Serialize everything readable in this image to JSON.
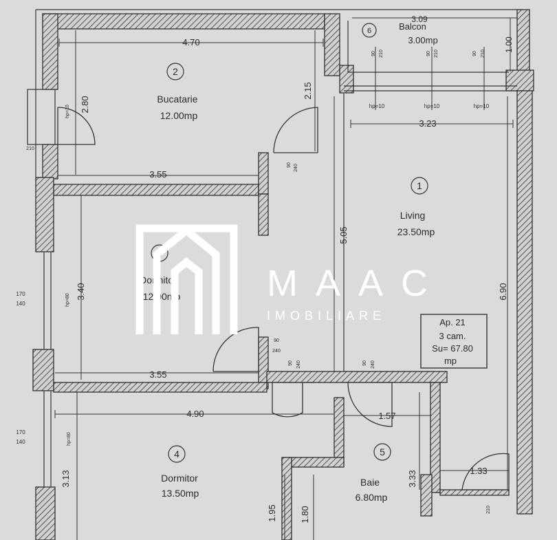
{
  "rooms": [
    {
      "number": "1",
      "name": "Living",
      "area": "23.50mp"
    },
    {
      "number": "2",
      "name": "Bucatarie",
      "area": "12.00mp"
    },
    {
      "number": "3",
      "name": "Dormitor",
      "area": "12.00mp"
    },
    {
      "number": "4",
      "name": "Dormitor",
      "area": "13.50mp"
    },
    {
      "number": "5",
      "name": "Baie",
      "area": "6.80mp"
    },
    {
      "number": "6",
      "name": "Balcon",
      "area": "3.00mp"
    }
  ],
  "dimensions": {
    "d470": "4.70",
    "d280": "2.80",
    "d215": "2.15",
    "d355_top": "3.55",
    "d323": "3.23",
    "d505": "5.05",
    "d340": "3.40",
    "d690": "6.90",
    "d355_bottom": "3.55",
    "d490": "4.90",
    "d157": "1.57",
    "d313": "3.13",
    "d133": "1.33",
    "d333": "3.33",
    "d195": "1.95",
    "d180": "1.80",
    "d309": "3.09",
    "d100": "1.00"
  },
  "labels": {
    "hp10": "hp=10",
    "hp80": "hp=80",
    "w170": "170",
    "w140": "140",
    "w90": "90",
    "w240": "240",
    "w210": "210"
  },
  "summary": {
    "line1": "Ap. 21",
    "line2": "3 cam.",
    "line3": "Su= 67.80",
    "line4": "mp"
  },
  "watermark": {
    "name": "MAAC",
    "subtitle": "IMOBILIARE"
  },
  "colors": {
    "paper": "#d9dcdb",
    "ink": "#2a2a2a",
    "watermark": "#ffffff"
  }
}
